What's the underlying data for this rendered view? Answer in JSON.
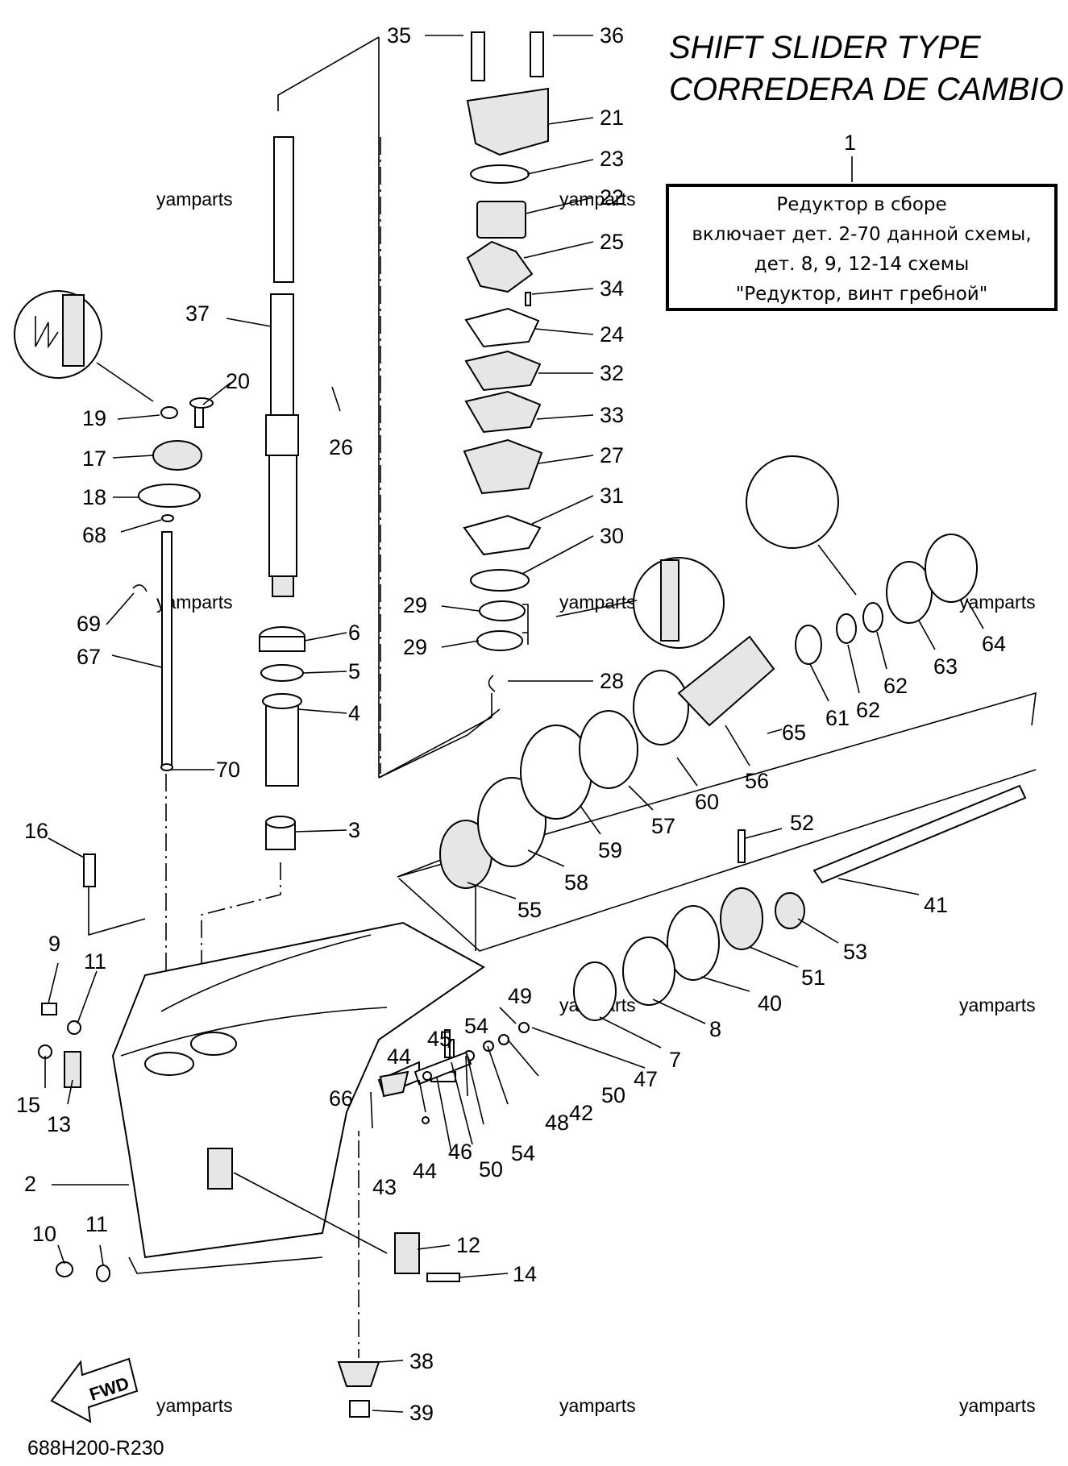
{
  "title": {
    "line1": "SHIFT SLIDER TYPE",
    "line2": "CORREDERA DE CAMBIO"
  },
  "note": {
    "number": "1",
    "lines": [
      "Редуктор в сборе",
      "включает дет. 2-70 данной схемы,",
      "дет. 8, 9, 12-14 схемы",
      "\"Редуктор, винт гребной\""
    ]
  },
  "watermark": "yamparts",
  "diagram_code": "688H200-R230",
  "fwd_label": "FWD",
  "callouts": [
    "35",
    "36",
    "21",
    "23",
    "22",
    "25",
    "34",
    "24",
    "32",
    "33",
    "27",
    "31",
    "30",
    "29",
    "29",
    "28",
    "37",
    "26",
    "20",
    "19",
    "17",
    "18",
    "68",
    "69",
    "67",
    "70",
    "6",
    "5",
    "4",
    "3",
    "16",
    "9",
    "11",
    "15",
    "13",
    "2",
    "10",
    "11",
    "12",
    "14",
    "38",
    "39",
    "64",
    "63",
    "62",
    "62",
    "61",
    "65",
    "56",
    "60",
    "57",
    "59",
    "58",
    "55",
    "52",
    "41",
    "53",
    "51",
    "40",
    "8",
    "7",
    "49",
    "54",
    "47",
    "50",
    "42",
    "48",
    "45",
    "44",
    "66",
    "46",
    "54",
    "50",
    "44",
    "43"
  ]
}
